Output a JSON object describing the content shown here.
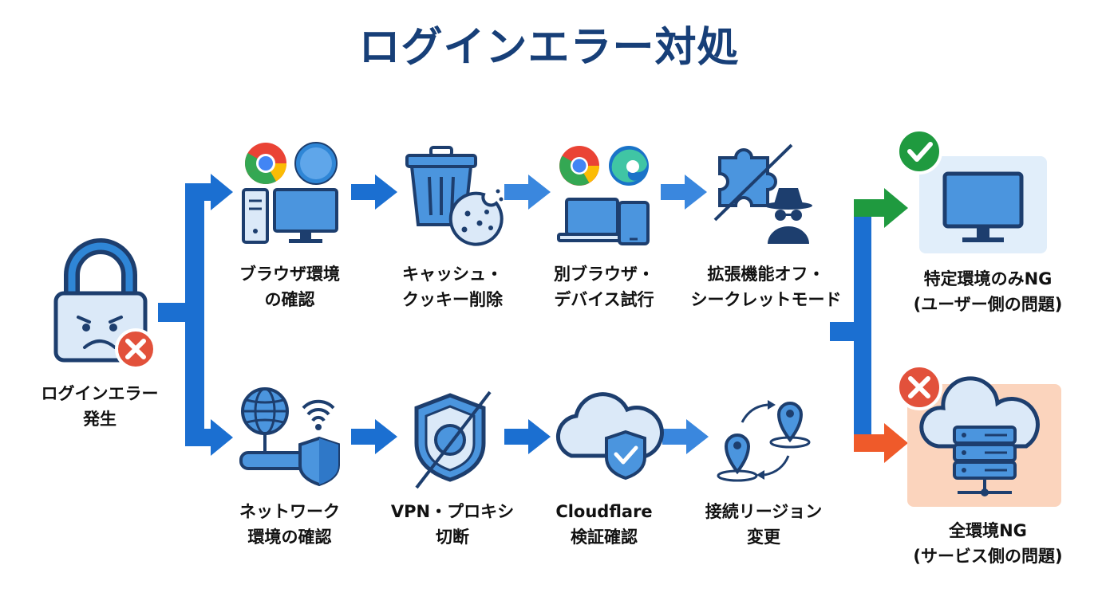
{
  "title": "ログインエラー対処",
  "colors": {
    "primary": "#1b6fd1",
    "title": "#173f78",
    "success": "#1f9a3f",
    "error": "#e2513b",
    "success_box": "#e1eefa",
    "error_box": "#fbd4bd"
  },
  "start": {
    "line1": "ログインエラー",
    "line2": "発生",
    "icon": "locked-sad-padlock-icon"
  },
  "top_steps": [
    {
      "line1": "ブラウザ環境",
      "line2": "の確認",
      "icon": "browser-desktop-icon"
    },
    {
      "line1": "キャッシュ・",
      "line2": "クッキー削除",
      "icon": "trash-cookie-icon"
    },
    {
      "line1": "別ブラウザ・",
      "line2": "デバイス試行",
      "icon": "browser-devices-icon"
    },
    {
      "line1": "拡張機能オフ・",
      "line2": "シークレットモード",
      "icon": "extension-incognito-icon"
    }
  ],
  "bottom_steps": [
    {
      "line1": "ネットワーク",
      "line2": "環境の確認",
      "icon": "network-icon"
    },
    {
      "line1": "VPN・プロキシ",
      "line2": "切断",
      "icon": "shield-off-icon"
    },
    {
      "line1": "Cloudflare",
      "line2": "検証確認",
      "icon": "cloud-shield-icon"
    },
    {
      "line1": "接続リージョン",
      "line2": "変更",
      "icon": "region-change-icon"
    }
  ],
  "outcomes": [
    {
      "line1": "特定環境のみNG",
      "line2": "(ユーザー側の問題)",
      "icon": "monitor-icon",
      "status": "check"
    },
    {
      "line1": "全環境NG",
      "line2": "(サービス側の問題)",
      "icon": "server-cloud-icon",
      "status": "cross"
    }
  ]
}
